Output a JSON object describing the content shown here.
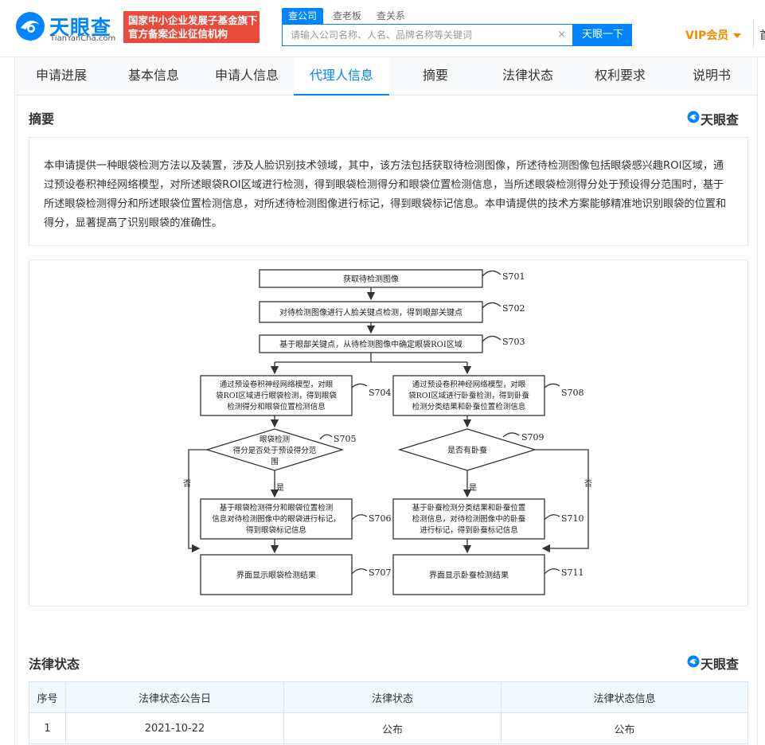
{
  "header": {
    "logo_cn": "天眼查",
    "logo_en": "TianYanCha.com",
    "badge_line1": "国家中小企业发展子基金旗下",
    "badge_line2": "官方备案企业征信机构",
    "search_tabs": [
      "查公司",
      "查老板",
      "查关系"
    ],
    "search_placeholder": "请输入公司名称、人名、品牌名称等关键词",
    "search_clear": "×",
    "search_button": "天眼一下",
    "vip": "VIP会员",
    "cut_text": "首"
  },
  "nav": {
    "tabs": [
      "申请进展",
      "基本信息",
      "申请人信息",
      "代理人信息",
      "摘要",
      "法律状态",
      "权利要求",
      "说明书"
    ],
    "active": "代理人信息"
  },
  "abstract": {
    "title": "摘要",
    "watermark": "天眼查",
    "text": "本申请提供一种眼袋检测方法以及装置，涉及人脸识别技术领域，其中，该方法包括获取待检测图像，所述待检测图像包括眼袋感兴趣ROI区域，通过预设卷积神经网络模型，对所述眼袋ROI区域进行检测，得到眼袋检测得分和眼袋位置检测信息，当所述眼袋检测得分处于预设得分范围时，基于所述眼袋检测得分和所述眼袋位置检测信息，对所述待检测图像进行标记，得到眼袋标记信息。本申请提供的技术方案能够精准地识别眼袋的位置和得分，显著提高了识别眼袋的准确性。"
  },
  "flowchart": {
    "s701": "获取待检测图像",
    "s702": "对待检测图像进行人脸关键点检测，得到眼部关键点",
    "s703": "基于眼部关键点，从待检测图像中确定眼袋ROI区域",
    "s704_lines": [
      "通过预设卷积神经网络模型，对眼",
      "袋ROI区域进行眼袋检测，得到眼袋",
      "检测得分和眼袋位置检测信息"
    ],
    "s708_lines": [
      "通过预设卷积神经网络模型，对眼",
      "袋ROI区域进行卧蚕检测，得到卧蚕",
      "检测分类结果和卧蚕位置检测信息"
    ],
    "s705_lines": [
      "眼袋检测",
      "得分是否处于预设得分范",
      "围"
    ],
    "s709": "是否有卧蚕",
    "s706_lines": [
      "基于眼袋检测得分和眼袋位置检测",
      "信息对待检测图像中的眼袋进行标记，",
      "得到眼袋标记信息"
    ],
    "s710_lines": [
      "基于卧蚕检测分类结果和卧蚕位置",
      "检测信息，对待检测图像中的卧蚕",
      "进行标记，得到卧蚕标记信息"
    ],
    "s707": "界面显示眼袋检测结果",
    "s711": "界面显示卧蚕检测结果",
    "labels": {
      "s701": "S701",
      "s702": "S702",
      "s703": "S703",
      "s704": "S704",
      "s705": "S705",
      "s706": "S706",
      "s707": "S707",
      "s708": "S708",
      "s709": "S709",
      "s710": "S710",
      "s711": "S711"
    },
    "yes": "是",
    "no": "否"
  },
  "legal": {
    "title": "法律状态",
    "watermark": "天眼查",
    "columns": [
      "序号",
      "法律状态公告日",
      "法律状态",
      "法律状态信息"
    ],
    "rows": [
      [
        "1",
        "2021-10-22",
        "公布",
        "公布"
      ]
    ]
  },
  "colors": {
    "brand": "#0084ff",
    "badge": "#e84b3c",
    "vip": "#f08a00"
  }
}
